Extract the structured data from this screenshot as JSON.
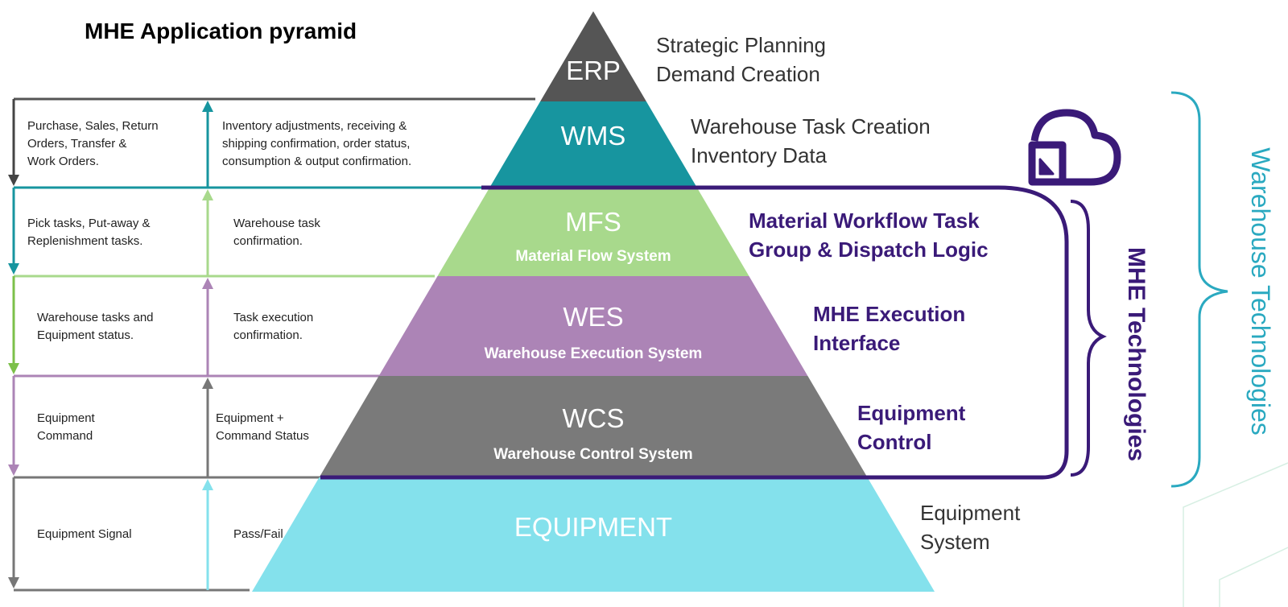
{
  "title": "MHE Application pyramid",
  "layers": [
    {
      "id": "erp",
      "name": "ERP",
      "subtitle": "",
      "color": "#555555",
      "desc": [
        "Strategic Planning",
        "Demand Creation"
      ],
      "desc_color": "gray"
    },
    {
      "id": "wms",
      "name": "WMS",
      "subtitle": "",
      "color": "#17959f",
      "desc": [
        "Warehouse Task Creation",
        "Inventory Data"
      ],
      "desc_color": "gray"
    },
    {
      "id": "mfs",
      "name": "MFS",
      "subtitle": "Material Flow System",
      "color": "#a8d98c",
      "desc": [
        "Material Workflow Task",
        "Group & Dispatch Logic"
      ],
      "desc_color": "purple"
    },
    {
      "id": "wes",
      "name": "WES",
      "subtitle": "Warehouse Execution System",
      "color": "#ac84b6",
      "desc": [
        "MHE Execution",
        "Interface"
      ],
      "desc_color": "purple"
    },
    {
      "id": "wcs",
      "name": "WCS",
      "subtitle": "Warehouse Control System",
      "color": "#7a7a7a",
      "desc": [
        "Equipment",
        "Control"
      ],
      "desc_color": "purple"
    },
    {
      "id": "equipment",
      "name": "EQUIPMENT",
      "subtitle": "",
      "color": "#84e1ec",
      "desc": [
        "Equipment",
        "System"
      ],
      "desc_color": "gray"
    }
  ],
  "flows": [
    {
      "id": "erp-wms",
      "down": [
        "Purchase, Sales, Return",
        "Orders, Transfer &",
        "Work Orders."
      ],
      "up": [
        "Inventory adjustments, receiving &",
        "shipping confirmation, order status,",
        "consumption & output confirmation."
      ],
      "down_color": "#444444",
      "up_color": "#17959f"
    },
    {
      "id": "wms-mfs",
      "down": [
        "Pick tasks, Put-away &",
        "Replenishment tasks."
      ],
      "up": [
        "Warehouse task",
        "confirmation."
      ],
      "down_color": "#17959f",
      "up_color": "#a8d98c"
    },
    {
      "id": "mfs-wes",
      "down": [
        "Warehouse tasks and",
        "Equipment status."
      ],
      "up": [
        "Task execution",
        "confirmation."
      ],
      "down_color": "#7cc04a",
      "up_color": "#ac84b6"
    },
    {
      "id": "wes-wcs",
      "down": [
        "Equipment",
        "Command"
      ],
      "up": [
        "Equipment +",
        "Command Status"
      ],
      "down_color": "#ac84b6",
      "up_color": "#777777"
    },
    {
      "id": "wcs-equipment",
      "down": [
        "Equipment Signal"
      ],
      "up": [
        "Pass/Fail"
      ],
      "down_color": "#777777",
      "up_color": "#84e1ec"
    }
  ],
  "groups": {
    "mhe": {
      "label": "MHE Technologies",
      "color": "#3a1a78"
    },
    "warehouse": {
      "label": "Warehouse Technologies",
      "color": "#2aa9c0"
    }
  }
}
